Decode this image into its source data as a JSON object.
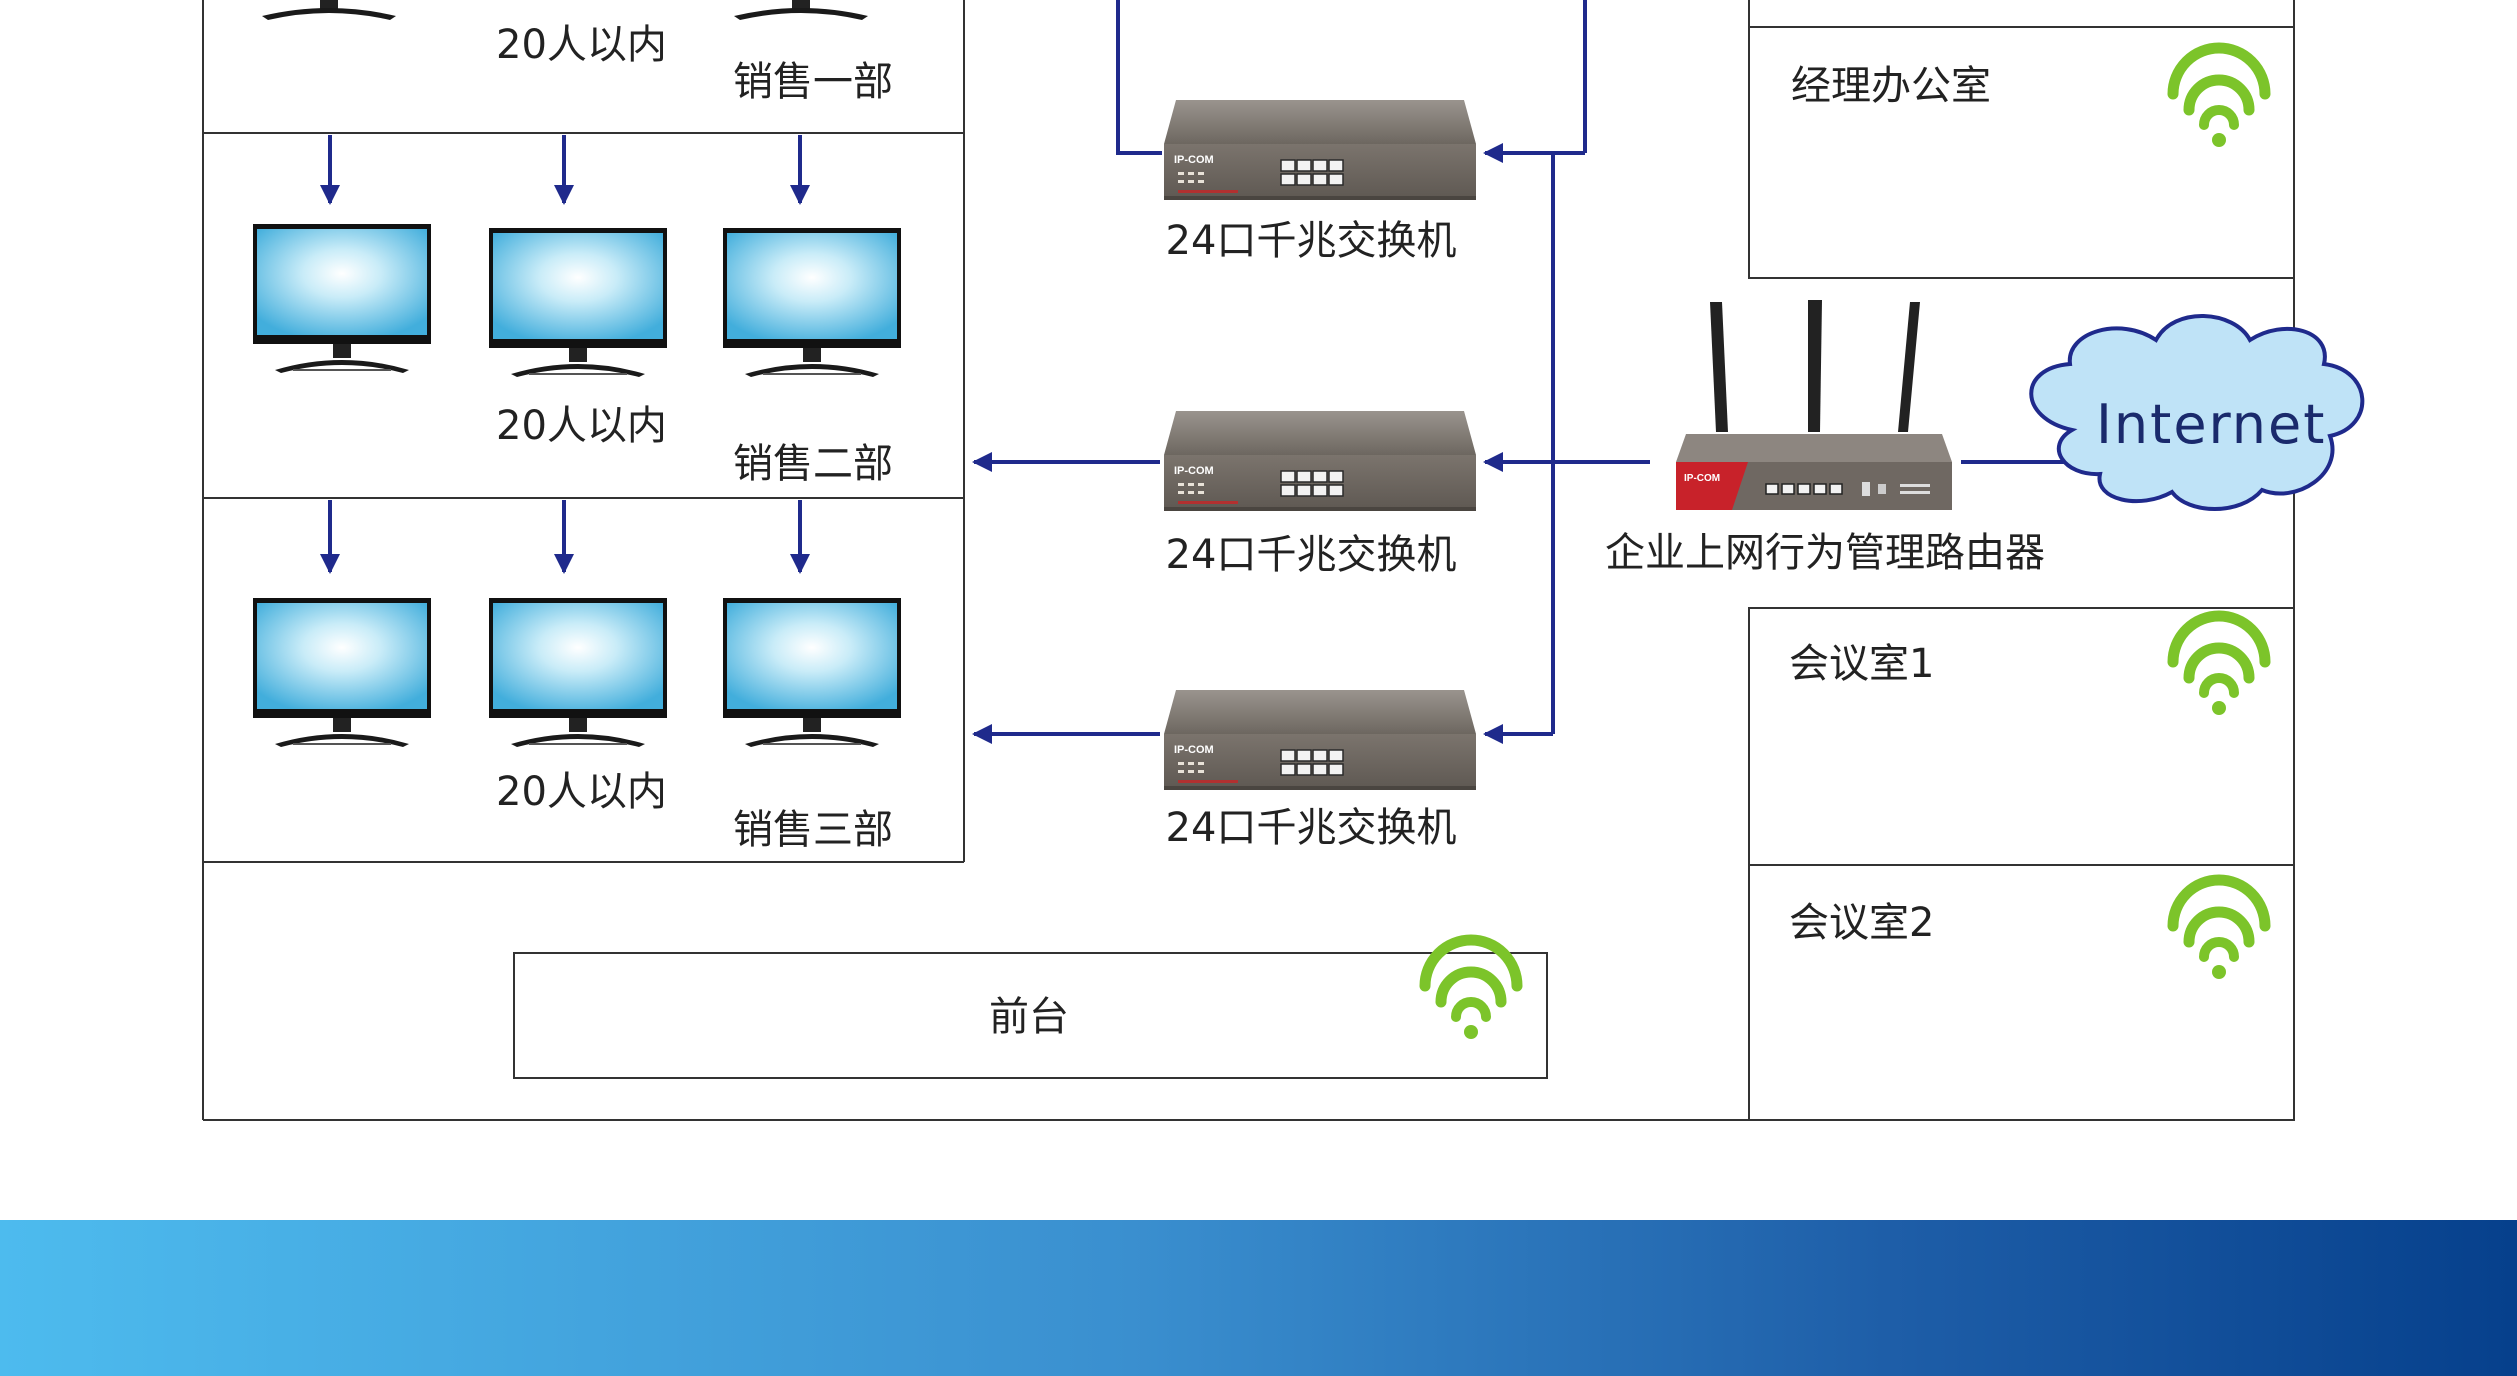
{
  "sales_depts": [
    {
      "name": "销售一部",
      "capacity": "20人以内"
    },
    {
      "name": "销售二部",
      "capacity": "20人以内"
    },
    {
      "name": "销售三部",
      "capacity": "20人以内"
    }
  ],
  "switches": [
    {
      "label": "24口千兆交换机",
      "brand": "IP-COM"
    },
    {
      "label": "24口千兆交换机",
      "brand": "IP-COM"
    },
    {
      "label": "24口千兆交换机",
      "brand": "IP-COM"
    }
  ],
  "router": {
    "label": "企业上网行为管理路由器",
    "brand": "IP-COM"
  },
  "internet": {
    "label": "Internet"
  },
  "rooms": [
    {
      "name": "经理办公室",
      "wifi": true
    },
    {
      "name": "会议室1",
      "wifi": true
    },
    {
      "name": "会议室2",
      "wifi": true
    }
  ],
  "reception": {
    "name": "前台",
    "wifi": true
  },
  "colors": {
    "line": "#1f2a8c",
    "wifi": "#7cc42a",
    "router_red": "#c8222a",
    "switch_gray": "#7a736c",
    "cloud_fill": "#bfe3f7",
    "band_start": "#4dbbee",
    "band_end": "#06408c"
  }
}
